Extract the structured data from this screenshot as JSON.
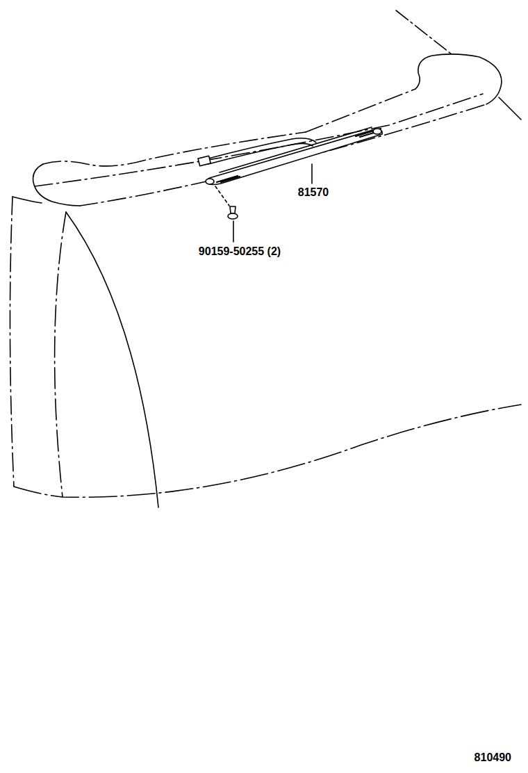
{
  "diagram": {
    "labels": [
      "81570",
      "90159-50255 (2)",
      "810490"
    ]
  }
}
